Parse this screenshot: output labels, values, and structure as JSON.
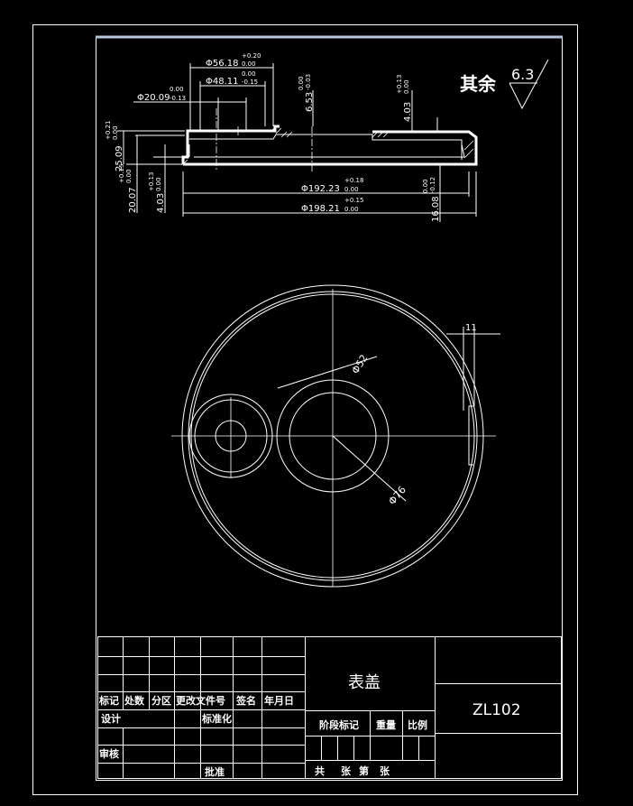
{
  "drawing": {
    "surface_finish": {
      "prefix": "其余",
      "value": "6.3"
    },
    "dims": {
      "d56": "Φ56.18",
      "d56_up": "+0.20",
      "d56_lo": "0.00",
      "d48": "Φ48.11",
      "d48_up": "0.00",
      "d48_lo": "-0.15",
      "d20": "Φ20.09",
      "d20_up": "0.00",
      "d20_lo": "-0.13",
      "h653": "6.53",
      "h653_up": "0.00",
      "h653_lo": "-0.03",
      "h403r": "4.03",
      "h403r_up": "+0.13",
      "h403r_lo": "0.00",
      "h2509": "25.09",
      "h2509_up": "+0.21",
      "h2509_lo": "0.00",
      "h2007": "20.07",
      "h2007_up": "+0.15",
      "h2007_lo": "0.00",
      "h403l": "4.03",
      "h403l_up": "+0.13",
      "h403l_lo": "0.00",
      "d192": "Φ192.23",
      "d192_up": "+0.18",
      "d192_lo": "0.00",
      "d198": "Φ198.21",
      "d198_up": "+0.15",
      "d198_lo": "0.00",
      "h1608": "16.08",
      "h1608_up": "0.00",
      "h1608_lo": "-0.12",
      "w11": "11",
      "d52": "Φ52",
      "d76": "Φ76"
    }
  },
  "title_block": {
    "part_name": "表盖",
    "drawing_no": "ZL102",
    "labels": {
      "biaoji": "标记",
      "chushu": "处数",
      "fenqu": "分区",
      "genggai": "更改文件号",
      "qianming": "签名",
      "nianyueri": "年月日",
      "sheji": "设计",
      "biaozhunhua": "标准化",
      "shenhe": "审核",
      "pizhun": "批准",
      "jieduan": "阶段标记",
      "zhongliang": "重量",
      "bili": "比例",
      "gong": "共",
      "zhang1": "张",
      "di": "第",
      "zhang2": "张"
    }
  }
}
